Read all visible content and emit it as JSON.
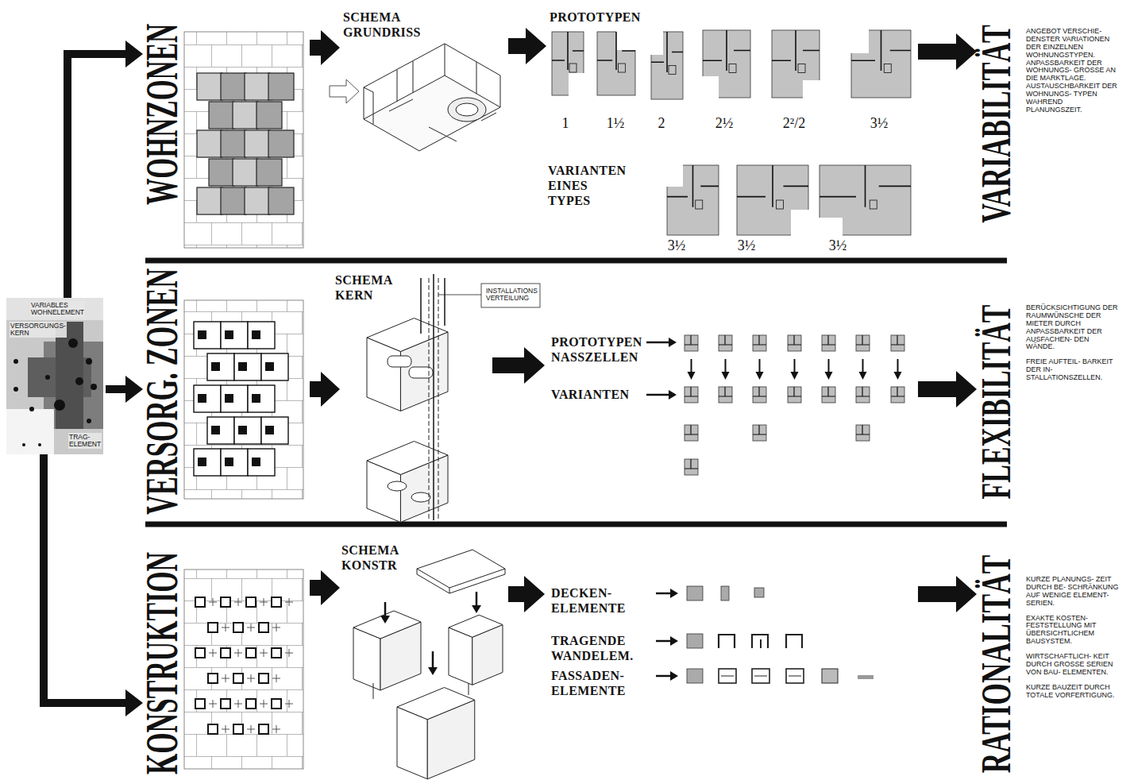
{
  "diagram": {
    "nodes": [
      {
        "text": [
          "VARIABLES WOHNELEMENT",
          "VERSORGUNGS- KERN",
          "TRAG- ELEMENT"
        ]
      },
      {
        "text": [
          "WOHNZONEN"
        ]
      },
      {
        "text": [
          "SCHEMA GRUNDRISS"
        ]
      },
      {
        "text": [
          "PROTOTYPEN",
          "VARIANTEN EINES TYPES"
        ]
      },
      {
        "text": [
          "VARIABILITÄT",
          "ANGEBOT VERSCHIE- DENSTER VARIATIONEN DER EINZELNEN WOHNUNGSTYPEN. ANPASSBARKEIT DER WOHNUNGS- GROSSE AN DIE MARKTLAGE. AUSTAUSCHBARKEIT DER WOHNUNGS- TYPEN WAHREND PLANUNGSZEIT."
        ]
      },
      {
        "text": [
          "VERSORG. ZONEN"
        ]
      },
      {
        "text": [
          "SCHEMA KERN"
        ]
      },
      {
        "text": [
          "PROTOTYPEN NASSZELLEN",
          "VARIANTEN"
        ]
      },
      {
        "text": [
          "FLEXIBILITÄT",
          "BERÜCKSICHTIGUNG DER RAUMWÜNSCHE DER MIETER DURCH ANPASSBARKEIT DER AUSFACHEN- DEN WÄNDE.",
          "FREIE AUFTEIL- BARKEIT DER IN- STALLATIONSZELLEN."
        ]
      },
      {
        "text": [
          "KONSTRUKTION"
        ]
      },
      {
        "text": [
          "SCHEMA KONSTR"
        ]
      },
      {
        "text": [
          "DECKEN- ELEMENTE",
          "TRAGENDE WANDELEM.",
          "FASSADEN- ELEMENTE"
        ]
      },
      {
        "text": [
          "RATIONALITÄT",
          "KURZE PLANUNGS- ZEIT DURCH BE- SCHRÄNKUNG AUF WENIGE ELEMENT- SERIEN.",
          "EXAKTE KOSTEN- FESTSTELLUNG MIT ÜBERSICHTLICHEM BAUSYSTEM.",
          "WIRTSCHAFTLICH- KEIT DURCH GROSSE SERIEN VON BAU- ELEMENTEN.",
          "KURZE BAUZEIT DURCH TOTALE VORFERTIGUNG."
        ]
      }
    ],
    "edges": [
      {
        "from": 0,
        "to": 1,
        "arrow": "to"
      },
      {
        "from": 0,
        "to": 5,
        "arrow": "to"
      },
      {
        "from": 0,
        "to": 9,
        "arrow": "to"
      },
      {
        "from": 2,
        "to": 3,
        "arrow": "to"
      },
      {
        "from": 3,
        "to": 4,
        "arrow": "to"
      },
      {
        "from": 6,
        "to": 7,
        "arrow": "to"
      },
      {
        "from": 7,
        "to": 8,
        "arrow": "to"
      },
      {
        "from": 10,
        "to": 11,
        "arrow": "to"
      },
      {
        "from": 11,
        "to": 12,
        "arrow": "to"
      }
    ],
    "labels": [
      "1",
      "1½",
      "2",
      "2½",
      "2²/2",
      "3½",
      "3½",
      "3½",
      "3½",
      "INSTALLATIONS VERTEILUNG"
    ]
  }
}
